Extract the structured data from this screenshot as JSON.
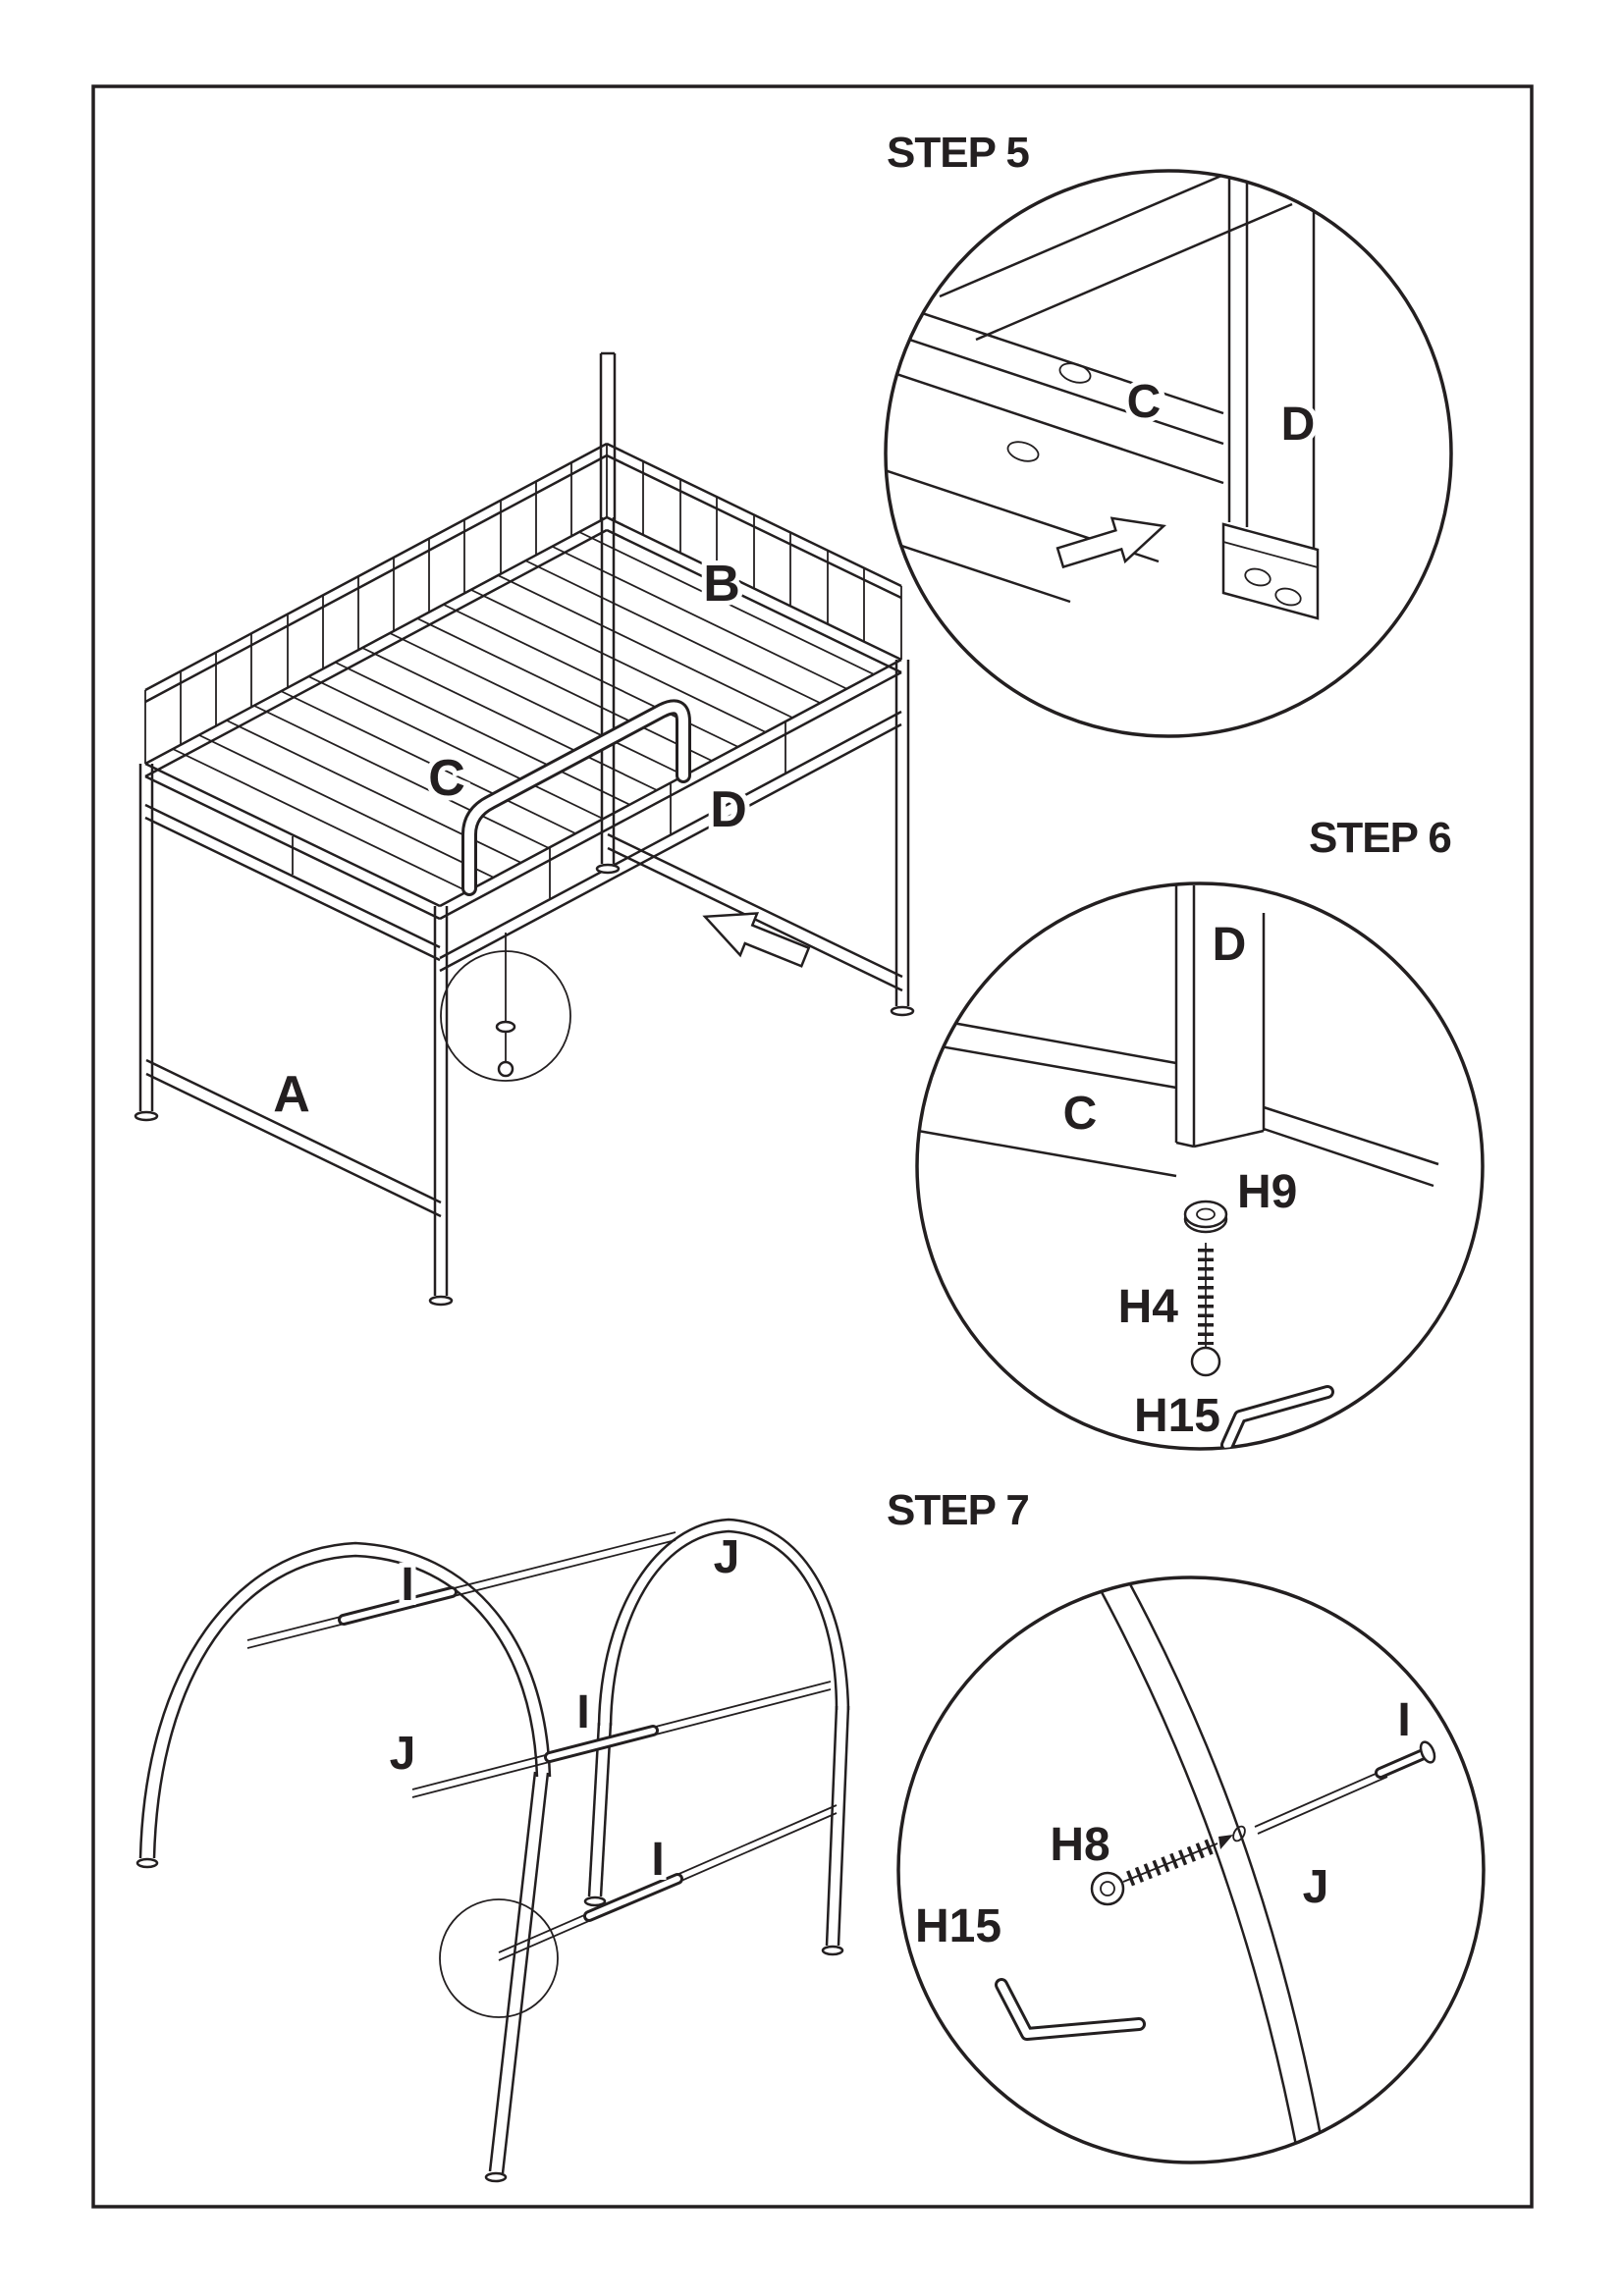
{
  "page": {
    "background": "#ffffff",
    "line_color": "#231f20"
  },
  "main_assembly": {
    "labels": {
      "a": "A",
      "b": "B",
      "c": "C",
      "d": "D"
    }
  },
  "step5": {
    "title": "STEP 5",
    "labels": {
      "c": "C",
      "d": "D"
    }
  },
  "step6": {
    "title": "STEP 6",
    "labels": {
      "d": "D",
      "c": "C",
      "h9": "H9",
      "h4": "H4",
      "h15": "H15"
    }
  },
  "step7": {
    "title": "STEP 7",
    "labels": {
      "i": "I",
      "j": "J",
      "h8": "H8",
      "h15": "H15"
    }
  },
  "canopy": {
    "labels": {
      "i_top": "I",
      "j_right": "J",
      "j_left": "J",
      "i_middle": "I",
      "i_bottom": "I"
    }
  }
}
